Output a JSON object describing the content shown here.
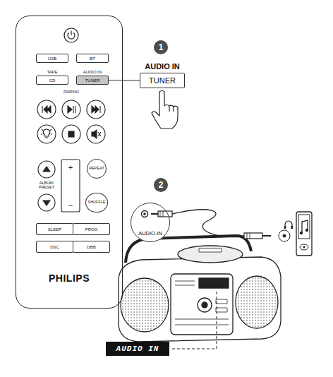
{
  "diagram": {
    "nodes": [
      {
        "text": [
          "PHILIPS"
        ]
      },
      {
        "text": [
          "USB"
        ],
        "in": 0
      },
      {
        "text": [
          "BT"
        ],
        "in": 0
      },
      {
        "text": [
          "TAPE",
          "CD"
        ],
        "in": 0
      },
      {
        "text": [
          "AUDIO IN",
          "TUNER"
        ],
        "in": 0
      },
      {
        "text": [
          "REPEAT"
        ],
        "in": 0
      },
      {
        "text": [
          "SHUFFLE"
        ],
        "in": 0
      },
      {
        "text": [
          "SLEEP"
        ],
        "in": 0
      },
      {
        "text": [
          "PROG"
        ],
        "in": 0
      },
      {
        "text": [
          "DSC"
        ],
        "in": 0
      },
      {
        "text": [
          "DBB"
        ],
        "in": 0
      },
      {
        "text": [
          "1"
        ]
      },
      {
        "text": [
          "AUDIO IN",
          "TUNER"
        ]
      },
      {
        "text": [
          "2"
        ]
      },
      {
        "text": [
          "AUDIO-IN"
        ]
      },
      {
        "text": [
          "AUDIO IN"
        ]
      }
    ],
    "edges": [
      {
        "from": 4,
        "to": 12,
        "arrow": "none"
      }
    ],
    "labels": [
      "PAIRING",
      "+",
      "−",
      "ALBUM/ PRESET"
    ]
  }
}
